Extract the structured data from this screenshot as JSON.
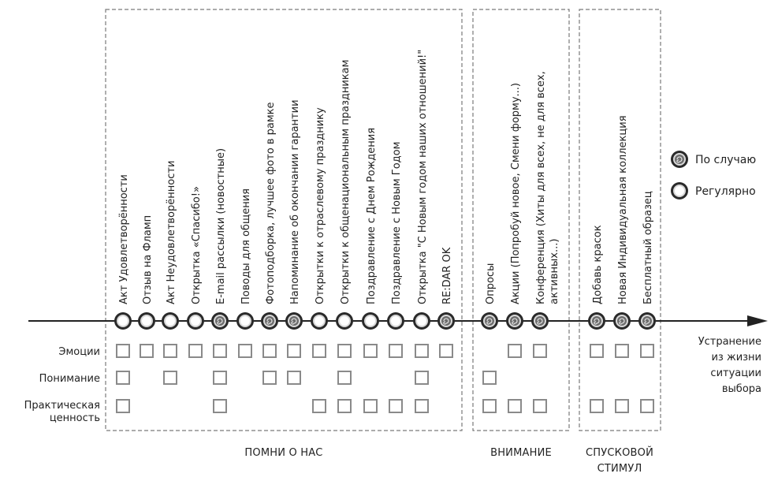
{
  "groups": [
    {
      "label": "ПОМНИ О НАС"
    },
    {
      "label": "ВНИМАНИЕ"
    },
    {
      "label_lines": [
        "СПУСКОВОЙ",
        "СТИМУЛ"
      ]
    }
  ],
  "items": [
    {
      "lines": [
        "Акт Удовлетворённости"
      ],
      "marker": "regular",
      "emotion": true,
      "understanding": true,
      "practical": true
    },
    {
      "lines": [
        "Отзыв на Фламп"
      ],
      "marker": "regular",
      "emotion": true,
      "understanding": false,
      "practical": false
    },
    {
      "lines": [
        "Акт Неудовлетворённости"
      ],
      "marker": "regular",
      "emotion": true,
      "understanding": true,
      "practical": false
    },
    {
      "lines": [
        "Открытка «Спасибо!»"
      ],
      "marker": "regular",
      "emotion": true,
      "understanding": false,
      "practical": false
    },
    {
      "lines": [
        "E-mail рассылки (новостные)"
      ],
      "marker": "random",
      "emotion": true,
      "understanding": true,
      "practical": true
    },
    {
      "lines": [
        "Поводы для общения"
      ],
      "marker": "regular",
      "emotion": true,
      "understanding": false,
      "practical": false
    },
    {
      "lines": [
        "Фотоподборка, лучшее фото в рамке"
      ],
      "marker": "random",
      "emotion": true,
      "understanding": true,
      "practical": false
    },
    {
      "lines": [
        "Напоминание об окончании гарантии"
      ],
      "marker": "random",
      "emotion": true,
      "understanding": true,
      "practical": false
    },
    {
      "lines": [
        "Открытки к отраслевому празднику"
      ],
      "marker": "regular",
      "emotion": true,
      "understanding": false,
      "practical": true
    },
    {
      "lines": [
        "Открытки к общенациональным праздникам"
      ],
      "marker": "regular",
      "emotion": true,
      "understanding": true,
      "practical": true
    },
    {
      "lines": [
        "Поздравление с Днем Рождения"
      ],
      "marker": "regular",
      "emotion": true,
      "understanding": false,
      "practical": true
    },
    {
      "lines": [
        "Поздравление с Новым Годом"
      ],
      "marker": "regular",
      "emotion": true,
      "understanding": false,
      "practical": true
    },
    {
      "lines": [
        "Открытка \"С Новым годом наших отношений!\""
      ],
      "marker": "regular",
      "emotion": true,
      "understanding": true,
      "practical": true
    },
    {
      "lines": [
        "RE:DAR OK"
      ],
      "marker": "random",
      "emotion": true,
      "understanding": false,
      "practical": false
    },
    {
      "lines": [
        "Опросы"
      ],
      "marker": "random",
      "emotion": false,
      "understanding": true,
      "practical": true
    },
    {
      "lines": [
        "Акции (Попробуй новое, Смени форму...)"
      ],
      "marker": "random",
      "emotion": true,
      "understanding": false,
      "practical": true
    },
    {
      "lines": [
        "Конференция (Хиты для всех, не для всех,",
        "активных...)"
      ],
      "marker": "random",
      "emotion": true,
      "understanding": false,
      "practical": true
    },
    {
      "lines": [
        "Добавь красок"
      ],
      "marker": "random",
      "emotion": true,
      "understanding": false,
      "practical": true
    },
    {
      "lines": [
        "Новая Индивидуальная коллекция"
      ],
      "marker": "random",
      "emotion": true,
      "understanding": false,
      "practical": true
    },
    {
      "lines": [
        "Бесплатный образец"
      ],
      "marker": "random",
      "emotion": true,
      "understanding": false,
      "practical": true
    }
  ],
  "rows": [
    {
      "key": "emotion",
      "label_lines": [
        "Эмоции"
      ]
    },
    {
      "key": "understanding",
      "label_lines": [
        "Понимание"
      ]
    },
    {
      "key": "practical",
      "label_lines": [
        "Практическая",
        "ценность"
      ]
    }
  ],
  "axis_end_label_lines": [
    "Устранение",
    "из жизни",
    "ситуации",
    "выбора"
  ],
  "legend": [
    {
      "marker": "random",
      "label": "По случаю"
    },
    {
      "marker": "regular",
      "label": "Регулярно"
    }
  ],
  "colors": {
    "line": "#222222",
    "box": "#8a8a8a",
    "dash": "#7a7a7a",
    "marker_dark": "#2a2a2a",
    "marker_light": "#ffffff"
  }
}
